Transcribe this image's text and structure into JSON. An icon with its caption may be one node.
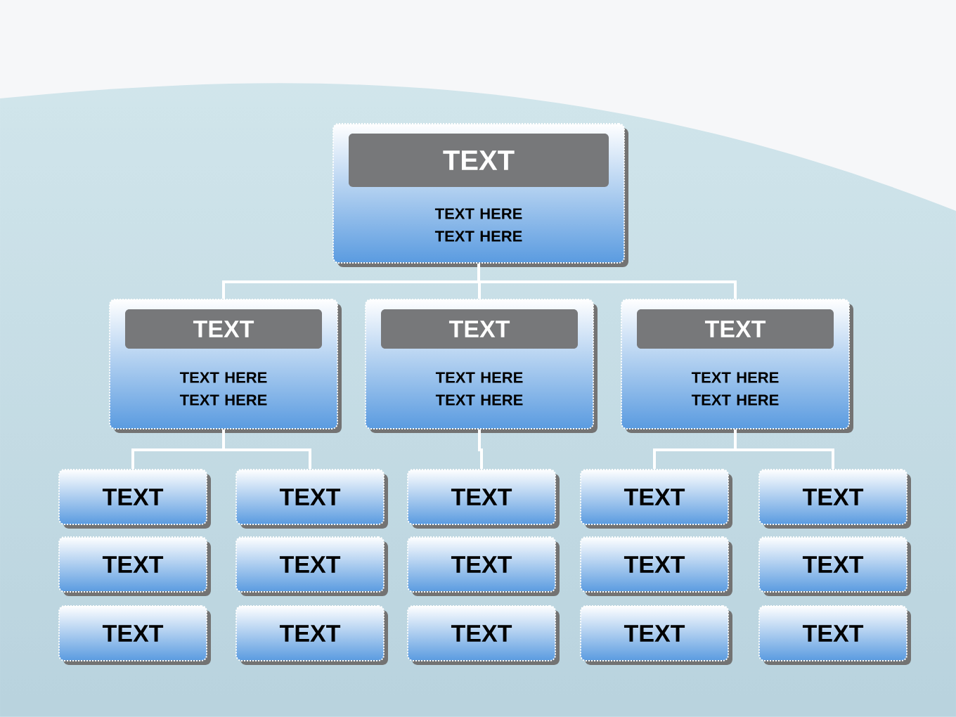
{
  "diagram": {
    "nodes": [
      {
        "text": [
          "TEXT HERE TEXT HERE"
        ]
      },
      {
        "text": [
          "TEXT"
        ],
        "in": 0
      },
      {
        "text": [
          "TEXT HERE TEXT HERE"
        ]
      },
      {
        "text": [
          "TEXT"
        ],
        "in": 2
      },
      {
        "text": [
          "TEXT HERE TEXT HERE"
        ]
      },
      {
        "text": [
          "TEXT"
        ],
        "in": 4
      },
      {
        "text": [
          "TEXT HERE TEXT HERE"
        ]
      },
      {
        "text": [
          "TEXT"
        ],
        "in": 6
      },
      {
        "text": [
          "TEXT"
        ]
      },
      {
        "text": [
          "TEXT"
        ]
      },
      {
        "text": [
          "TEXT"
        ]
      },
      {
        "text": [
          "TEXT"
        ]
      },
      {
        "text": [
          "TEXT"
        ]
      },
      {
        "text": [
          "TEXT"
        ]
      },
      {
        "text": [
          "TEXT"
        ]
      },
      {
        "text": [
          "TEXT"
        ]
      },
      {
        "text": [
          "TEXT"
        ]
      },
      {
        "text": [
          "TEXT"
        ]
      },
      {
        "text": [
          "TEXT"
        ]
      },
      {
        "text": [
          "TEXT"
        ]
      },
      {
        "text": [
          "TEXT"
        ]
      },
      {
        "text": [
          "TEXT"
        ]
      },
      {
        "text": [
          "TEXT"
        ]
      }
    ],
    "edges": [
      {
        "from": 0,
        "to": 2,
        "arrow": "none"
      },
      {
        "from": 0,
        "to": 4,
        "arrow": "none"
      },
      {
        "from": 0,
        "to": 6,
        "arrow": "none"
      },
      {
        "from": 2,
        "to": 8,
        "arrow": "none"
      },
      {
        "from": 2,
        "to": 9,
        "arrow": "none"
      },
      {
        "from": 4,
        "to": 10,
        "arrow": "none"
      },
      {
        "from": 6,
        "to": 11,
        "arrow": "none"
      },
      {
        "from": 6,
        "to": 12,
        "arrow": "none"
      }
    ]
  }
}
